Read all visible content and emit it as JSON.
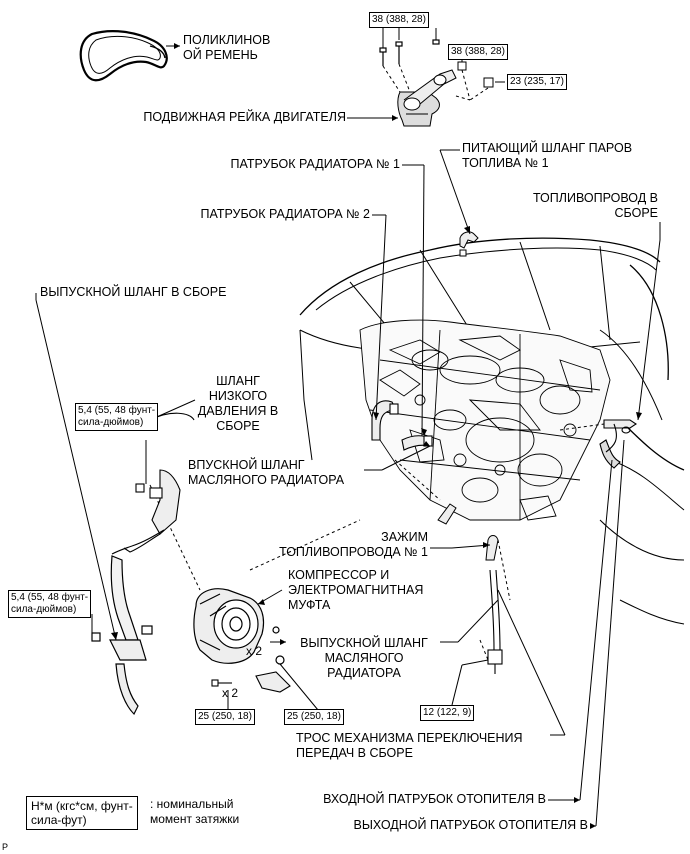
{
  "labels": {
    "belt": "ПОЛИКЛИНОВ\nОЙ РЕМЕНЬ",
    "engine_rail": "ПОДВИЖНАЯ РЕЙКА ДВИГАТЕЛЯ",
    "radiator_hose_1": "ПАТРУБОК РАДИАТОРА № 1",
    "radiator_hose_2": "ПАТРУБОК РАДИАТОРА № 2",
    "fuel_vapor_hose": "ПИТАЮЩИЙ ШЛАНГ ПАРОВ\nТОПЛИВА № 1",
    "fuel_line": "ТОПЛИВОПРОВОД В\nСБОРЕ",
    "discharge_hose": "ВЫПУСКНОЙ ШЛАНГ В СБОРЕ",
    "low_pressure_hose": "ШЛАНГ\nНИЗКОГО\nДАВЛЕНИЯ В\nСБОРЕ",
    "oil_cooler_inlet": "ВПУСКНОЙ ШЛАНГ\nМАСЛЯНОГО РАДИАТОРА",
    "fuel_clamp": "ЗАЖИМ\nТОПЛИВОПРОВОДА № 1",
    "compressor": "КОМПРЕССОР И\nЭЛЕКТРОМАГНИТНАЯ\nМУФТА",
    "oil_cooler_outlet": "ВЫПУСКНОЙ ШЛАНГ\nМАСЛЯНОГО\nРАДИАТОРА",
    "shift_cable": "ТРОС МЕХАНИЗМА ПЕРЕКЛЮЧЕНИЯ\nПЕРЕДАЧ В СБОРЕ",
    "heater_inlet": "ВХОДНОЙ ПАТРУБОК ОТОПИТЕЛЯ В",
    "heater_outlet": "ВЫХОДНОЙ ПАТРУБОК ОТОПИТЕЛЯ В"
  },
  "torques": {
    "t1": "38 (388, 28)",
    "t2": "38 (388, 28)",
    "t3": "23 (235, 17)",
    "t4": "5,4 (55, 48 фунт-\nсила-дюймов)",
    "t5": "5,4 (55, 48 фунт-\nсила-дюймов)",
    "t6": "25 (250, 18)",
    "t7": "25 (250, 18)",
    "t8": "12 (122, 9)"
  },
  "multipliers": {
    "x2_a": "x 2",
    "x2_b": "x 2"
  },
  "legend": {
    "box": "Н*м (кгс*см, фунт-\nсила-фут)",
    "note": ": номинальный\nмомент затяжки"
  },
  "page_ref": "P"
}
